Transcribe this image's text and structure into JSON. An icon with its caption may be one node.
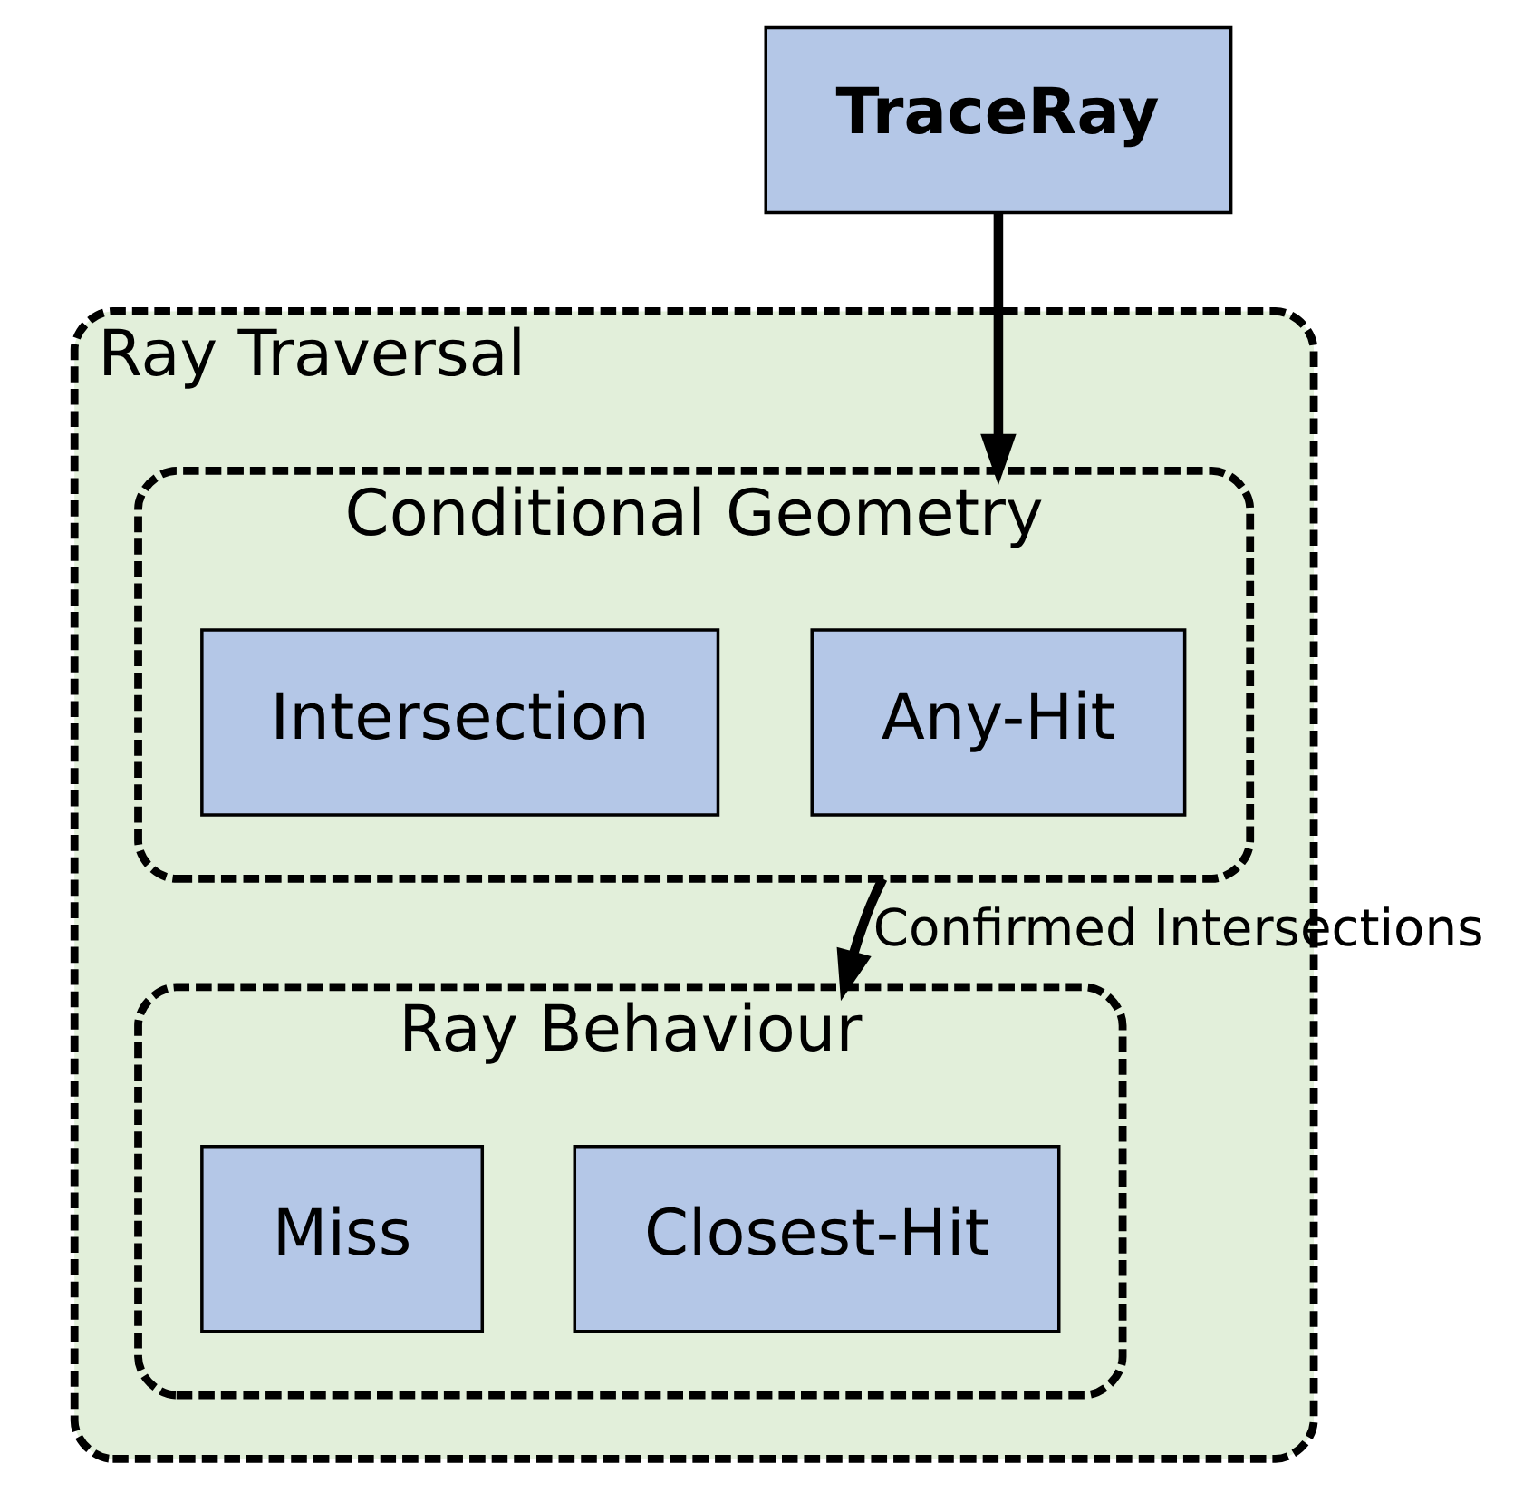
{
  "diagram": {
    "nodes": [
      {
        "text": [
          "TraceRay"
        ]
      },
      {
        "text": [
          "Ray Traversal"
        ]
      },
      {
        "text": [
          "Conditional Geometry"
        ],
        "in": 1
      },
      {
        "text": [
          "Any-Hit"
        ],
        "in": 2
      },
      {
        "text": [
          "Intersection"
        ],
        "in": 2
      },
      {
        "text": [
          "Ray Behaviour"
        ],
        "in": 1
      },
      {
        "text": [
          "Closest-Hit"
        ],
        "in": 5
      },
      {
        "text": [
          "Miss"
        ],
        "in": 5
      }
    ],
    "edges": [
      {
        "from": 0,
        "to": 2,
        "arrow": "to"
      },
      {
        "from": 2,
        "to": 5,
        "arrow": "to",
        "label": "Confirmed Intersections"
      }
    ]
  }
}
